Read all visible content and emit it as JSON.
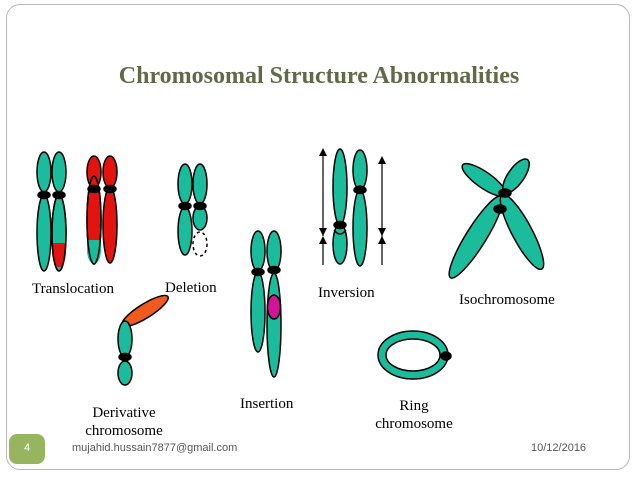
{
  "slide": {
    "title": "Chromosomal Structure Abnormalities",
    "labels": {
      "translocation": "Translocation",
      "deletion": "Deletion",
      "inversion": "Inversion",
      "isochromosome": "Isochromosome",
      "derivative_line1": "Derivative",
      "derivative_line2": "chromosome",
      "insertion": "Insertion",
      "ring_line1": "Ring",
      "ring_line2": "chromosome"
    },
    "footer": {
      "email": "mujahid.hussain7877@gmail.com",
      "date": "10/12/2016",
      "page_number": "4"
    },
    "colors": {
      "chromatid": "#1abc9c",
      "translocated": "#e3140f",
      "derivative_segment": "#f05a1e",
      "insertion_segment": "#d21596",
      "centromere": "#000000",
      "title": "#5f6b47",
      "page_badge": "#97b55f"
    }
  }
}
